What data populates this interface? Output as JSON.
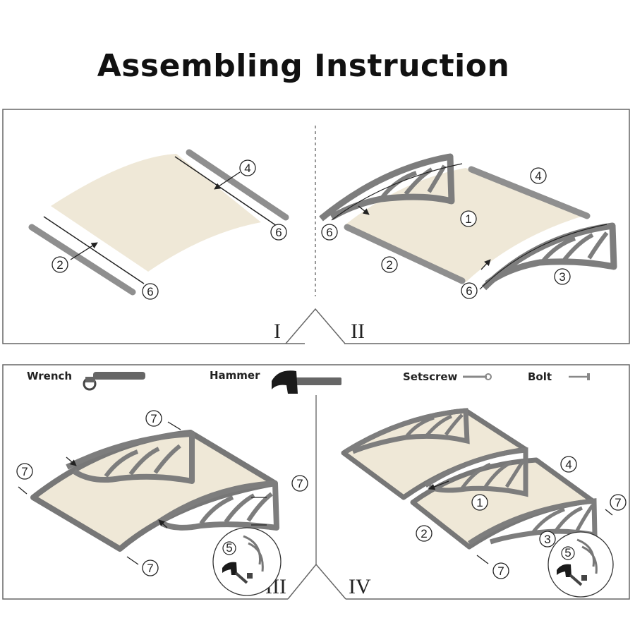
{
  "title": "Assembling Instruction",
  "steps": {
    "s1": "I",
    "s2": "II",
    "s3": "III",
    "s4": "IV"
  },
  "tools": {
    "wrench": "Wrench",
    "hammer": "Hammer",
    "setscrew": "Setscrew",
    "bolt": "Bolt"
  },
  "parts": {
    "p1": "1",
    "p2": "2",
    "p3": "3",
    "p4": "4",
    "p5": "5",
    "p6": "6",
    "p7": "7"
  },
  "colors": {
    "panel": "#efe8d7",
    "frame": "#8a8a8a",
    "bracket": "#7d7d7d",
    "line": "#555555"
  }
}
